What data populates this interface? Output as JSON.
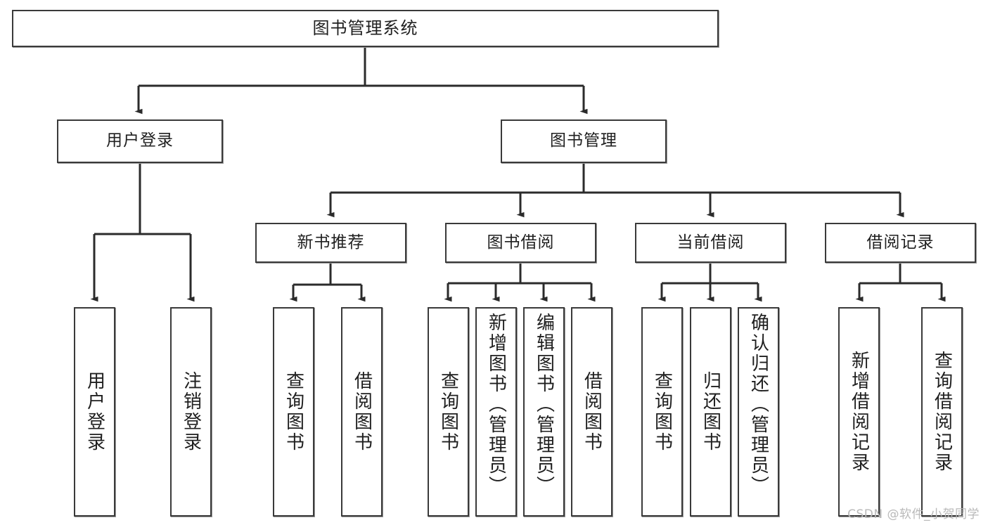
{
  "diagram": {
    "title": "图书管理系统",
    "type": "tree-hierarchy",
    "orientation": "top-down",
    "colors": {
      "box_border": "#3a3a3a",
      "box_fill": "#ffffff",
      "connector": "#2b2b2b",
      "text": "#1f1f1f",
      "watermark": "#b9b9b9",
      "background": "#ffffff"
    }
  },
  "root": {
    "label": "图书管理系统"
  },
  "level2": [
    {
      "label": "用户登录"
    },
    {
      "label": "图书管理"
    }
  ],
  "level3": [
    {
      "label": "新书推荐"
    },
    {
      "label": "图书借阅"
    },
    {
      "label": "当前借阅"
    },
    {
      "label": "借阅记录"
    }
  ],
  "leaves": {
    "user_login": [
      {
        "label": "用户登录"
      },
      {
        "label": "注销登录"
      }
    ],
    "new_book_recommend": [
      {
        "label": "查询图书"
      },
      {
        "label": "借阅图书"
      }
    ],
    "book_borrow": [
      {
        "label": "查询图书"
      },
      {
        "label": "新增图书（管理员）"
      },
      {
        "label": "编辑图书（管理员）"
      },
      {
        "label": "借阅图书"
      }
    ],
    "current_borrow": [
      {
        "label": "查询图书"
      },
      {
        "label": "归还图书"
      },
      {
        "label": "确认归还（管理员）"
      }
    ],
    "borrow_record": [
      {
        "label": "新增借阅记录"
      },
      {
        "label": "查询借阅记录"
      }
    ]
  },
  "watermark": {
    "text": "CSDN @软件_小贺同学"
  }
}
